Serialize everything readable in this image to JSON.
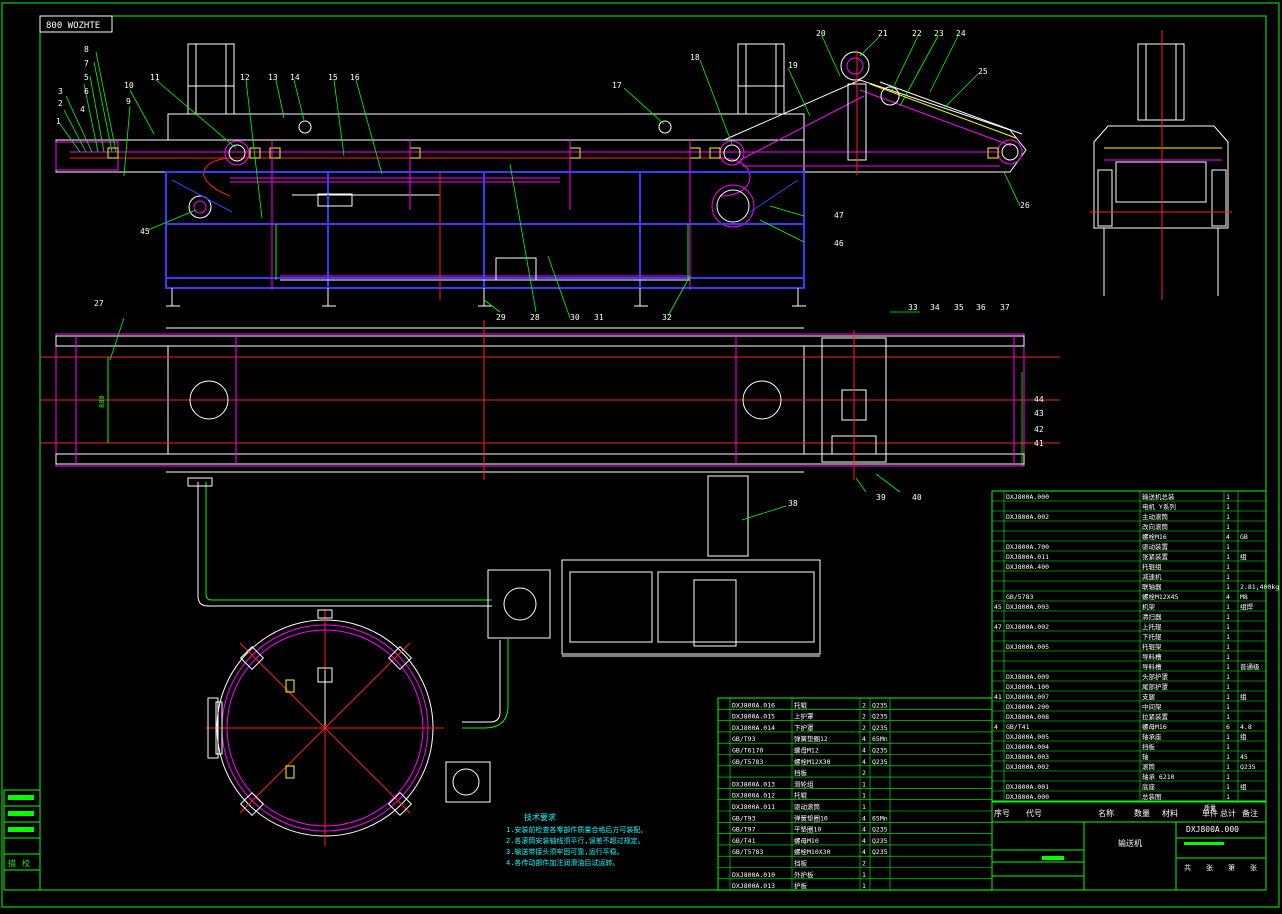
{
  "title_tab": "800 WOZHTE",
  "callouts_top": [
    "1",
    "2",
    "3",
    "4",
    "5",
    "6",
    "7",
    "8",
    "9",
    "10",
    "11",
    "12",
    "13",
    "14",
    "15",
    "16",
    "17",
    "18",
    "19",
    "20",
    "21",
    "22",
    "23",
    "24",
    "25",
    "26",
    "27",
    "28",
    "29",
    "30",
    "31",
    "32",
    "33",
    "34",
    "35",
    "36",
    "37",
    "38",
    "39",
    "40",
    "41",
    "42",
    "43",
    "44",
    "45",
    "46",
    "47"
  ],
  "dimension_label": "800",
  "notes": {
    "heading": "技术要求",
    "lines": [
      "1.安装前检查各零部件质量合格后方可装配。",
      "2.各滚筒安装轴线须平行,误差不超过规定。",
      "3.输送带接头须牢固可靠,运行平稳。",
      "4.各传动部件加注润滑油后试运转。"
    ]
  },
  "bom_right": [
    [
      "",
      "DXJ800A.000",
      "输送机总装",
      "1",
      ""
    ],
    [
      "",
      "",
      "电机 Y系列",
      "1",
      ""
    ],
    [
      "",
      "DXJ800A.002",
      "主动滚筒",
      "1",
      ""
    ],
    [
      "",
      "",
      "改向滚筒",
      "1",
      ""
    ],
    [
      "",
      "",
      "螺栓M16",
      "4",
      "GB"
    ],
    [
      "",
      "DXJ800A.700",
      "驱动装置",
      "1",
      ""
    ],
    [
      "",
      "DXJ800A.011",
      "张紧装置",
      "1",
      "组"
    ],
    [
      "",
      "DXJ800A.400",
      "托辊组",
      "1",
      ""
    ],
    [
      "",
      "",
      "减速机",
      "1",
      ""
    ],
    [
      "",
      "",
      "联轴器",
      "1",
      "2.81,400kg"
    ],
    [
      "",
      "GB/5783",
      "螺栓M12X45",
      "4",
      "M8"
    ],
    [
      "45",
      "DXJ800A.003",
      "机架",
      "1",
      "组焊"
    ],
    [
      "",
      "",
      "清扫器",
      "1",
      ""
    ],
    [
      "47",
      "DXJ800A.002",
      "上托辊",
      "1",
      ""
    ],
    [
      "",
      "",
      "下托辊",
      "1",
      ""
    ],
    [
      "",
      "DXJ800A.005",
      "托辊架",
      "1",
      ""
    ],
    [
      "",
      "",
      "导料槽",
      "1",
      ""
    ],
    [
      "",
      "",
      "导料槽",
      "1",
      "普通级"
    ],
    [
      "",
      "DXJ800A.009",
      "头部护罩",
      "1",
      ""
    ],
    [
      "",
      "DXJ800A.100",
      "尾部护罩",
      "1",
      ""
    ],
    [
      "41",
      "DXJ800A.007",
      "支腿",
      "1",
      "组"
    ],
    [
      "",
      "DXJ800A.200",
      "中间架",
      "1",
      ""
    ],
    [
      "",
      "DXJ800A.008",
      "拉紧装置",
      "1",
      ""
    ],
    [
      "4",
      "GB/T41",
      "螺母M16",
      "6",
      "4.8"
    ],
    [
      "",
      "DXJ800A.005",
      "轴承座",
      "1",
      "组"
    ],
    [
      "",
      "DXJ800A.004",
      "挡板",
      "1",
      ""
    ],
    [
      "",
      "DXJ800A.003",
      "轴",
      "1",
      "45"
    ],
    [
      "",
      "DXJ800A.002",
      "滚筒",
      "1",
      "Q235"
    ],
    [
      "",
      "",
      "轴承 6210",
      "1",
      ""
    ],
    [
      "",
      "DXJ800A.001",
      "底座",
      "1",
      "组"
    ],
    [
      "",
      "DXJ800A.000",
      "总装图",
      "1",
      ""
    ]
  ],
  "bom_right_header": [
    "序号",
    "代号",
    "名称",
    "数量",
    "材料",
    "单件",
    "总计",
    "备注"
  ],
  "bom_right_sub": "质量",
  "bom_left": [
    [
      "",
      "DXJ800A.016",
      "托辊",
      "2",
      "Q235"
    ],
    [
      "",
      "DXJ800A.015",
      "上护罩",
      "2",
      "Q235"
    ],
    [
      "",
      "DXJ800A.014",
      "下护罩",
      "2",
      "Q235"
    ],
    [
      "",
      "GB/T93",
      "弹簧垫圈12",
      "4",
      "65Mn"
    ],
    [
      "",
      "GB/T6170",
      "螺母M12",
      "4",
      "Q235"
    ],
    [
      "",
      "GB/T5783",
      "螺栓M12X30",
      "4",
      "Q235"
    ],
    [
      "",
      "",
      "挡板",
      "2",
      ""
    ],
    [
      "",
      "DXJ800A.013",
      "滑轮组",
      "1",
      ""
    ],
    [
      "",
      "DXJ800A.012",
      "托辊",
      "1",
      ""
    ],
    [
      "",
      "DXJ800A.011",
      "驱动滚筒",
      "1",
      ""
    ],
    [
      "",
      "GB/T93",
      "弹簧垫圈10",
      "4",
      "65Mn"
    ],
    [
      "",
      "GB/T97",
      "平垫圈10",
      "4",
      "Q235"
    ],
    [
      "",
      "GB/T41",
      "螺母M10",
      "4",
      "Q235"
    ],
    [
      "",
      "GB/T5783",
      "螺栓M10X30",
      "4",
      "Q235"
    ],
    [
      "",
      "",
      "挡板",
      "2",
      ""
    ],
    [
      "",
      "DXJ800A.010",
      "外护板",
      "1",
      ""
    ],
    [
      "",
      "DXJ800A.013",
      "护板",
      "1",
      ""
    ]
  ],
  "title_block": {
    "drawing_name": "输送机",
    "drawing_no": "DXJ800A.000",
    "scale_row": [
      "共",
      "张",
      "第",
      "张"
    ]
  },
  "left_stamp": [
    "",
    "",
    "",
    "",
    "描",
    "校"
  ],
  "colors": {
    "background": "#000000",
    "frame": "#00ff00",
    "structure": "#ffffff",
    "belt": "#ff00ff",
    "frame_blue": "#3a3aff",
    "center_line": "#ff2020",
    "hatch": "#ffff00",
    "leader": "#00ff00",
    "text_cyan": "#00ffff"
  }
}
